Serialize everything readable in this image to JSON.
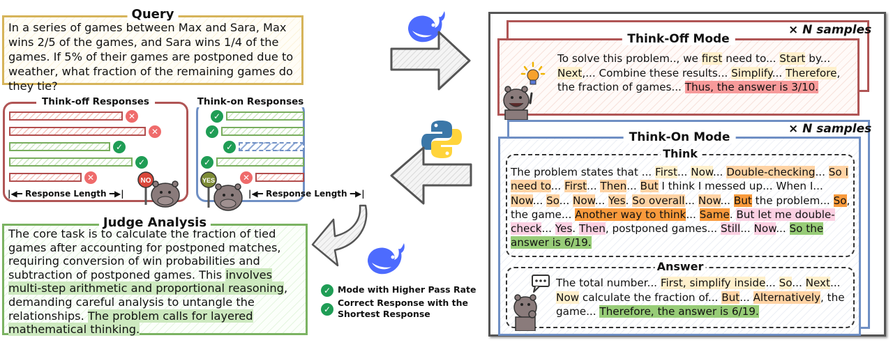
{
  "query": {
    "title": "Query",
    "text": "In a series of games between Max and Sara, Max wins 2/5 of the games, and Sara wins 1/4 of the games. If 5% of their games are postponed due to weather, what fraction of the remaining games do they tie?"
  },
  "think_off_responses": {
    "title": "Think-off Responses",
    "length_label": "Response Length",
    "sign_label": "NO",
    "bars": [
      {
        "status": "incorrect",
        "relative_length": 0.71
      },
      {
        "status": "incorrect",
        "relative_length": 0.85
      },
      {
        "status": "correct",
        "relative_length": 0.63
      },
      {
        "status": "correct",
        "relative_length": 0.77
      },
      {
        "status": "incorrect",
        "relative_length": 0.45
      }
    ]
  },
  "think_on_responses": {
    "title": "Think-on Responses",
    "length_label": "Response Length",
    "sign_label": "YES",
    "bars": [
      {
        "status": "correct",
        "relative_length": 0.8
      },
      {
        "status": "correct",
        "relative_length": 0.85
      },
      {
        "status": "correct-shortest",
        "relative_length": 0.67
      },
      {
        "status": "correct",
        "relative_length": 0.9
      },
      {
        "status": "incorrect",
        "relative_length": 0.5
      }
    ]
  },
  "judge": {
    "title": "Judge Analysis",
    "segments": [
      {
        "text": "The core task is to calculate the fraction of tied games after accounting for postponed matches, requiring conversion of win probabilities and subtraction of postponed games. This ",
        "hl": ""
      },
      {
        "text": "involves multi-step arithmetic and proportional reasoning",
        "hl": "green"
      },
      {
        "text": ", demanding careful analysis to untangle the relationships. ",
        "hl": ""
      },
      {
        "text": "The problem calls for layered mathematical thinking.",
        "hl": "green"
      }
    ]
  },
  "legend": {
    "items": [
      {
        "icon": "check-circle-icon",
        "label": "Mode with Higher Pass Rate"
      },
      {
        "icon": "check-circle-icon",
        "label": "Correct Response with the Shortest Response"
      }
    ]
  },
  "icons": {
    "model_logo": "whale-logo-icon",
    "tool_logo": "python-logo-icon",
    "arrow_right": "arrow-right-icon",
    "arrow_left": "arrow-left-icon",
    "curved_arrow": "curved-arrow-icon"
  },
  "think_off_mode": {
    "title": "Think-Off Mode",
    "n_samples": "× N samples",
    "segments": [
      {
        "text": "To solve this problem.., we ",
        "hl": ""
      },
      {
        "text": "first",
        "hl": "yellow"
      },
      {
        "text": " need to... ",
        "hl": ""
      },
      {
        "text": "Start",
        "hl": "yellow"
      },
      {
        "text": " by... ",
        "hl": ""
      },
      {
        "text": "Next",
        "hl": "yellow"
      },
      {
        "text": ",... Combine these results... ",
        "hl": ""
      },
      {
        "text": "Simplify",
        "hl": "yellow"
      },
      {
        "text": "... ",
        "hl": ""
      },
      {
        "text": "Therefore",
        "hl": "yellow"
      },
      {
        "text": ", the fraction of games... ",
        "hl": ""
      },
      {
        "text": "Thus, the answer is 3/10.",
        "hl": "red"
      }
    ]
  },
  "think_on_mode": {
    "title": "Think-On Mode",
    "n_samples": "× N samples",
    "think": {
      "title": "Think",
      "segments": [
        {
          "text": "The problem states that ... ",
          "hl": ""
        },
        {
          "text": "First",
          "hl": "yellow"
        },
        {
          "text": "... ",
          "hl": ""
        },
        {
          "text": "Now",
          "hl": "yellow"
        },
        {
          "text": "... ",
          "hl": ""
        },
        {
          "text": "Double-checking",
          "hl": "orange"
        },
        {
          "text": "... ",
          "hl": ""
        },
        {
          "text": "So I need to",
          "hl": "orange"
        },
        {
          "text": "... ",
          "hl": ""
        },
        {
          "text": "First",
          "hl": "orange"
        },
        {
          "text": "... ",
          "hl": ""
        },
        {
          "text": "Then",
          "hl": "orange"
        },
        {
          "text": "... ",
          "hl": ""
        },
        {
          "text": "But",
          "hl": "orange"
        },
        {
          "text": " I think I messed up... When I... ",
          "hl": ""
        },
        {
          "text": "Now",
          "hl": "orange"
        },
        {
          "text": "... ",
          "hl": ""
        },
        {
          "text": "So",
          "hl": "orange"
        },
        {
          "text": "...  ",
          "hl": ""
        },
        {
          "text": "Now",
          "hl": "orange"
        },
        {
          "text": "... ",
          "hl": ""
        },
        {
          "text": "Yes",
          "hl": "orange"
        },
        {
          "text": ".  ",
          "hl": ""
        },
        {
          "text": "So overall",
          "hl": "orange"
        },
        {
          "text": "... ",
          "hl": ""
        },
        {
          "text": "Now",
          "hl": "orange"
        },
        {
          "text": "... ",
          "hl": ""
        },
        {
          "text": "But",
          "hl": "orange-strong"
        },
        {
          "text": " the problem... ",
          "hl": ""
        },
        {
          "text": "So",
          "hl": "orange-strong"
        },
        {
          "text": ", the game...  ",
          "hl": ""
        },
        {
          "text": "Another way to think",
          "hl": "orange-strong"
        },
        {
          "text": "... ",
          "hl": ""
        },
        {
          "text": "Same",
          "hl": "orange-strong"
        },
        {
          "text": ".  ",
          "hl": ""
        },
        {
          "text": "But let me double-check",
          "hl": "pink"
        },
        {
          "text": "... ",
          "hl": ""
        },
        {
          "text": "Yes",
          "hl": "pink"
        },
        {
          "text": ". ",
          "hl": ""
        },
        {
          "text": "Then",
          "hl": "pink"
        },
        {
          "text": ", postponed games... ",
          "hl": ""
        },
        {
          "text": "Still",
          "hl": "pink"
        },
        {
          "text": "... ",
          "hl": ""
        },
        {
          "text": "Now",
          "hl": "pink"
        },
        {
          "text": "... ",
          "hl": ""
        },
        {
          "text": "So the answer is 6/19.",
          "hl": "green-strong"
        }
      ]
    },
    "answer": {
      "title": "Answer",
      "segments": [
        {
          "text": "The total number... ",
          "hl": ""
        },
        {
          "text": "First, simplify inside",
          "hl": "yellow"
        },
        {
          "text": "...  ",
          "hl": ""
        },
        {
          "text": "So",
          "hl": "yellow"
        },
        {
          "text": "...  ",
          "hl": ""
        },
        {
          "text": "Next",
          "hl": "yellow"
        },
        {
          "text": "... ",
          "hl": ""
        },
        {
          "text": "Now",
          "hl": "yellow"
        },
        {
          "text": " calculate the fraction of...  ",
          "hl": ""
        },
        {
          "text": "But",
          "hl": "orange"
        },
        {
          "text": "...  ",
          "hl": ""
        },
        {
          "text": "Alternatively",
          "hl": "orange"
        },
        {
          "text": ", the game...  ",
          "hl": ""
        },
        {
          "text": "Therefore, the answer is 6/19.",
          "hl": "green-strong"
        }
      ]
    }
  },
  "colors": {
    "correct": "#1f9d55",
    "incorrect": "#ef6b6b",
    "think_off": "#b05555",
    "think_on": "#6f8fc4",
    "query": "#d6b45a",
    "judge": "#7bb362",
    "whale": "#4d6bfe"
  }
}
